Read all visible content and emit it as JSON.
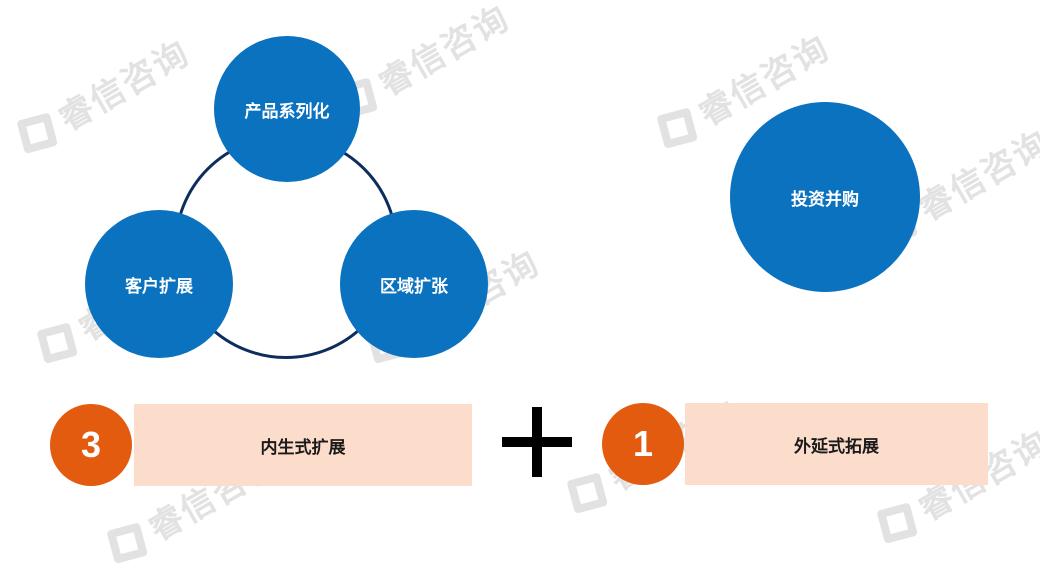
{
  "watermark": {
    "text": "睿信咨询"
  },
  "cycle": {
    "top_label": "产品系列化",
    "left_label": "客户扩展",
    "right_label": "区域扩张"
  },
  "external": {
    "label": "投资并购"
  },
  "internal_row": {
    "number": "3",
    "label": "内生式扩展"
  },
  "external_row": {
    "number": "1",
    "label": "外延式拓展"
  },
  "colors": {
    "circle_blue": "#0a72bf",
    "ring_navy": "#0d2d5c",
    "badge_orange": "#e25b0f",
    "bar_peach": "#fcdccb"
  }
}
